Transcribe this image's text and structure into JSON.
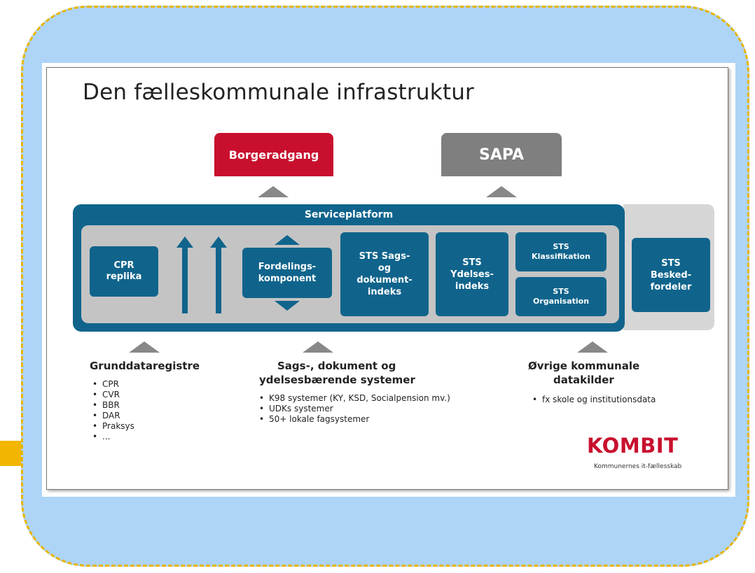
{
  "title": "Den fælleskommunale infrastruktur",
  "top_boxes": {
    "borgeradgang": "Borgeradgang",
    "sapa": "SAPA"
  },
  "platform": {
    "label": "Serviceplatform",
    "cpr": "CPR replika",
    "fordeling": "Fordelings- komponent",
    "sts_sags": "STS Sags- og dokument- indeks",
    "sts_ydelses": "STS Ydelses- indeks",
    "sts_klassifikation": "STS Klassifikation",
    "sts_organisation": "STS Organisation",
    "sts_besked": "STS Besked- fordeler"
  },
  "bottom": {
    "grunddata": {
      "heading": "Grunddataregistre",
      "items": [
        "CPR",
        "CVR",
        "BBR",
        "DAR",
        "Praksys",
        "..."
      ]
    },
    "sags": {
      "heading_line1": "Sags-, dokument og",
      "heading_line2": "ydelsesbærende systemer",
      "items": [
        "K98 systemer (KY, KSD, Socialpension mv.)",
        "UDKs systemer",
        "50+ lokale fagsystemer"
      ]
    },
    "ovrige": {
      "heading_line1": "Øvrige kommunale",
      "heading_line2": "datakilder",
      "items": [
        "fx skole og institutionsdata"
      ]
    }
  },
  "logo": {
    "name": "KOMBIT",
    "tagline": "Kommunernes it-fællesskab"
  },
  "colors": {
    "background": "#aed5f7",
    "border": "#e8b400",
    "teal": "#10648c",
    "red": "#c8102e",
    "gray": "#7f7f7f"
  }
}
